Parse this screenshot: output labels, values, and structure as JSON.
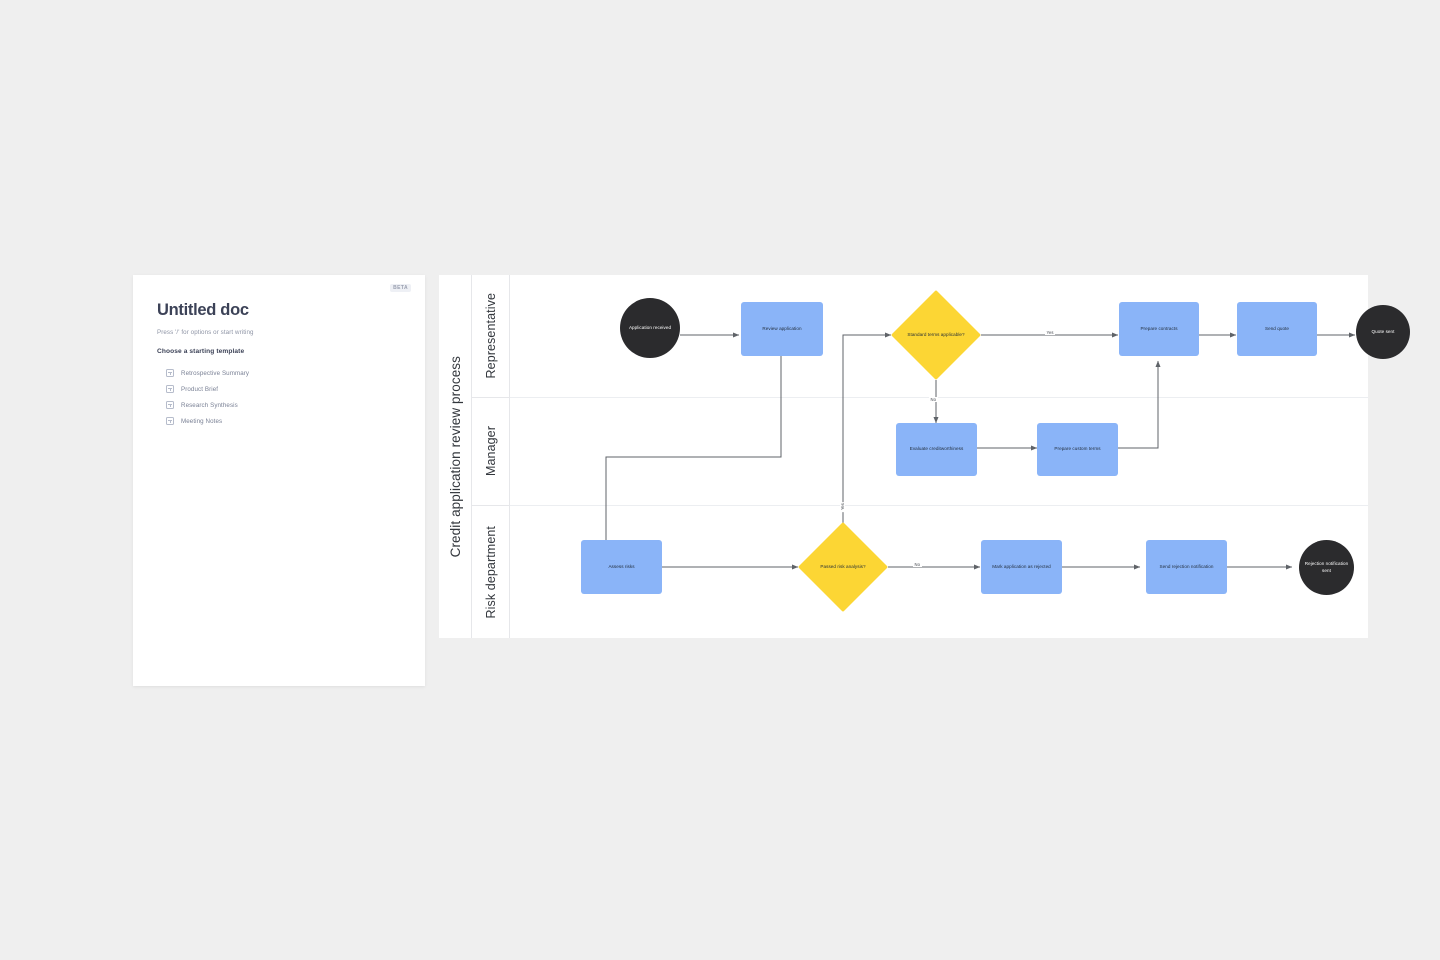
{
  "doc_panel": {
    "badge": "BETA",
    "title": "Untitled doc",
    "hint": "Press '/' for options or start writing",
    "section_title": "Choose a starting template",
    "templates": [
      {
        "label": "Retrospective Summary",
        "icon": "template-icon"
      },
      {
        "label": "Product Brief",
        "icon": "template-icon"
      },
      {
        "label": "Research Synthesis",
        "icon": "template-icon"
      },
      {
        "label": "Meeting Notes",
        "icon": "template-icon"
      }
    ]
  },
  "diagram": {
    "pool_title": "Credit application review process",
    "lanes": [
      {
        "label": "Representative"
      },
      {
        "label": "Manager"
      },
      {
        "label": "Risk department"
      }
    ],
    "colors": {
      "task": "#8ab4f8",
      "event": "#2b2b2d",
      "gateway": "#fcd634",
      "connector": "#5f6368",
      "canvas": "#ffffff",
      "lane_border": "#e6e7ea"
    },
    "nodes": [
      {
        "id": "start",
        "type": "event",
        "lane": 0,
        "label": "Application received"
      },
      {
        "id": "review",
        "type": "task",
        "lane": 0,
        "label": "Review application"
      },
      {
        "id": "terms_gw",
        "type": "gateway",
        "lane": 0,
        "label": "Standard terms applicable?"
      },
      {
        "id": "contracts",
        "type": "task",
        "lane": 0,
        "label": "Prepare contracts"
      },
      {
        "id": "send_quote",
        "type": "task",
        "lane": 0,
        "label": "Send quote"
      },
      {
        "id": "quote_sent",
        "type": "event",
        "lane": 0,
        "label": "Quote sent"
      },
      {
        "id": "credit",
        "type": "task",
        "lane": 1,
        "label": "Evaluate creditworthiness"
      },
      {
        "id": "custom_terms",
        "type": "task",
        "lane": 1,
        "label": "Prepare custom terms"
      },
      {
        "id": "assess",
        "type": "task",
        "lane": 2,
        "label": "Assess risks"
      },
      {
        "id": "risk_gw",
        "type": "gateway",
        "lane": 2,
        "label": "Passed risk analysis?"
      },
      {
        "id": "reject",
        "type": "task",
        "lane": 2,
        "label": "Mark application as rejected"
      },
      {
        "id": "notify",
        "type": "task",
        "lane": 2,
        "label": "Send rejection notification"
      },
      {
        "id": "rejected",
        "type": "event",
        "lane": 2,
        "label": "Rejection notification sent"
      }
    ],
    "edge_labels": {
      "terms_yes": "Yes",
      "terms_no": "No",
      "risk_yes": "Yes",
      "risk_no": "No"
    }
  }
}
